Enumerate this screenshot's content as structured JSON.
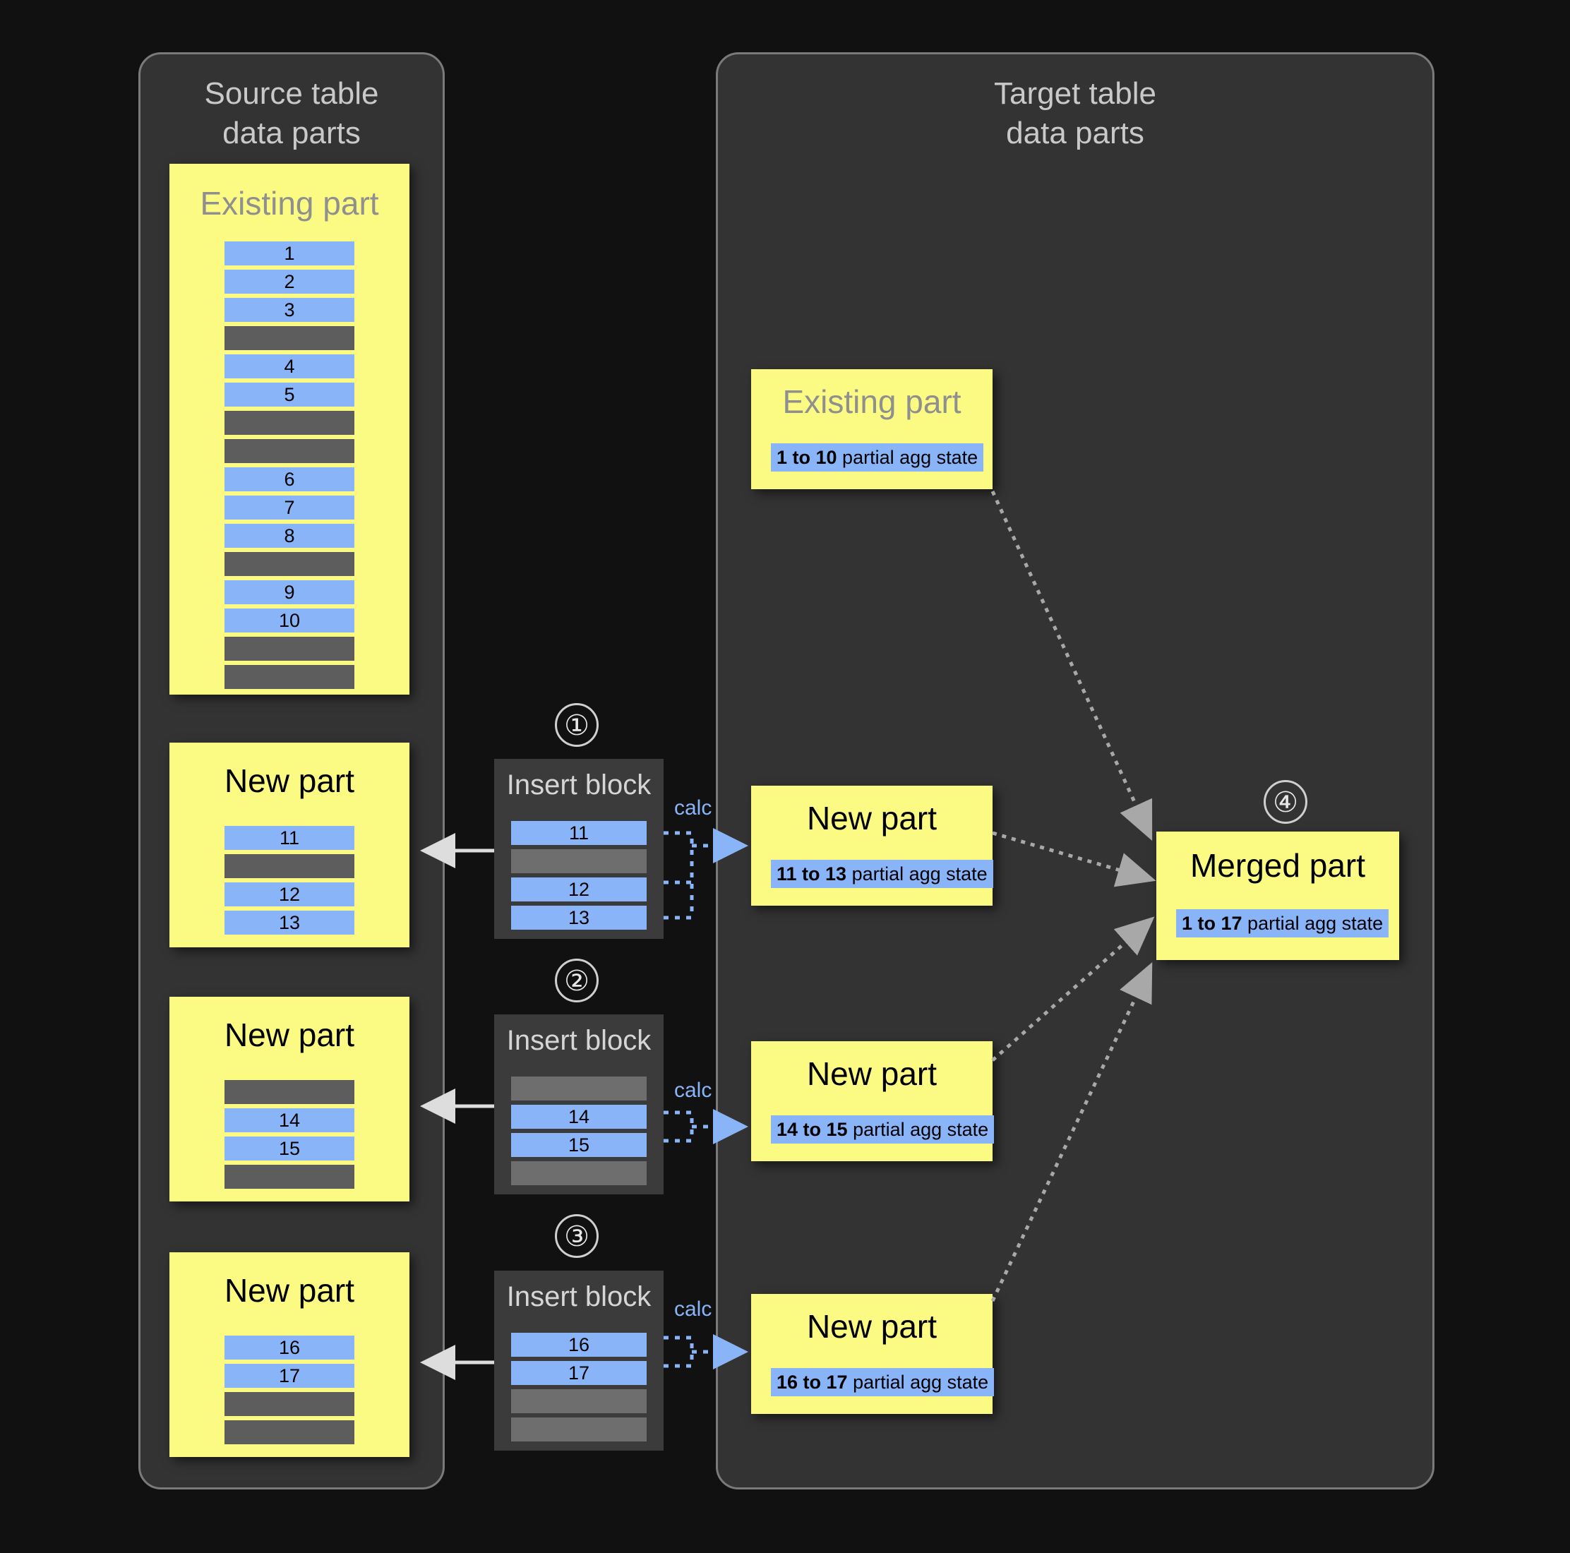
{
  "source_panel": {
    "title_line1": "Source table",
    "title_line2": "data parts"
  },
  "target_panel": {
    "title_line1": "Target table",
    "title_line2": "data parts"
  },
  "source_parts": [
    {
      "name": "existing-part",
      "title": "Existing part",
      "title_style": "gray",
      "rows": [
        {
          "type": "blue",
          "label": "1"
        },
        {
          "type": "blue",
          "label": "2"
        },
        {
          "type": "blue",
          "label": "3"
        },
        {
          "type": "gray",
          "label": ""
        },
        {
          "type": "blue",
          "label": "4"
        },
        {
          "type": "blue",
          "label": "5"
        },
        {
          "type": "gray",
          "label": ""
        },
        {
          "type": "gray",
          "label": ""
        },
        {
          "type": "blue",
          "label": "6"
        },
        {
          "type": "blue",
          "label": "7"
        },
        {
          "type": "blue",
          "label": "8"
        },
        {
          "type": "gray",
          "label": ""
        },
        {
          "type": "blue",
          "label": "9"
        },
        {
          "type": "blue",
          "label": "10"
        },
        {
          "type": "gray",
          "label": ""
        },
        {
          "type": "gray",
          "label": ""
        }
      ]
    },
    {
      "name": "new-part-1",
      "title": "New part",
      "title_style": "black",
      "rows": [
        {
          "type": "blue",
          "label": "11"
        },
        {
          "type": "gray",
          "label": ""
        },
        {
          "type": "blue",
          "label": "12"
        },
        {
          "type": "blue",
          "label": "13"
        }
      ]
    },
    {
      "name": "new-part-2",
      "title": "New part",
      "title_style": "black",
      "rows": [
        {
          "type": "gray",
          "label": ""
        },
        {
          "type": "blue",
          "label": "14"
        },
        {
          "type": "blue",
          "label": "15"
        },
        {
          "type": "gray",
          "label": ""
        }
      ]
    },
    {
      "name": "new-part-3",
      "title": "New part",
      "title_style": "black",
      "rows": [
        {
          "type": "blue",
          "label": "16"
        },
        {
          "type": "blue",
          "label": "17"
        },
        {
          "type": "gray",
          "label": ""
        },
        {
          "type": "gray",
          "label": ""
        }
      ]
    }
  ],
  "insert_blocks": [
    {
      "step": "①",
      "title": "Insert block",
      "calc_label": "calc",
      "rows": [
        {
          "type": "blue",
          "label": "11"
        },
        {
          "type": "graylight",
          "label": ""
        },
        {
          "type": "blue",
          "label": "12"
        },
        {
          "type": "blue",
          "label": "13"
        }
      ]
    },
    {
      "step": "②",
      "title": "Insert block",
      "calc_label": "calc",
      "rows": [
        {
          "type": "graylight",
          "label": ""
        },
        {
          "type": "blue",
          "label": "14"
        },
        {
          "type": "blue",
          "label": "15"
        },
        {
          "type": "graylight",
          "label": ""
        }
      ]
    },
    {
      "step": "③",
      "title": "Insert block",
      "calc_label": "calc",
      "rows": [
        {
          "type": "blue",
          "label": "16"
        },
        {
          "type": "blue",
          "label": "17"
        },
        {
          "type": "graylight",
          "label": ""
        },
        {
          "type": "graylight",
          "label": ""
        }
      ]
    }
  ],
  "target_parts": [
    {
      "name": "target-existing-part",
      "title": "Existing part",
      "title_style": "gray",
      "agg_range": "1 to 10",
      "agg_suffix": " partial agg state"
    },
    {
      "name": "target-new-part-1",
      "title": "New part",
      "title_style": "black",
      "agg_range": "11 to 13",
      "agg_suffix": " partial agg state"
    },
    {
      "name": "target-new-part-2",
      "title": "New part",
      "title_style": "black",
      "agg_range": "14 to 15",
      "agg_suffix": " partial agg state"
    },
    {
      "name": "target-new-part-3",
      "title": "New part",
      "title_style": "black",
      "agg_range": "16 to 17",
      "agg_suffix": " partial agg state"
    }
  ],
  "merged_part": {
    "step": "④",
    "title": "Merged part",
    "agg_range": "1 to 17",
    "agg_suffix": " partial agg state"
  },
  "colors": {
    "background": "#111111",
    "panel": "#333333",
    "panel_border": "#7a7a7a",
    "part_yellow": "#fbfb83",
    "row_blue": "#8ab4f8",
    "row_gray": "#5d5d5d",
    "accent_blue": "#8ab4f8",
    "arrow_gray": "#a8a8a8"
  }
}
